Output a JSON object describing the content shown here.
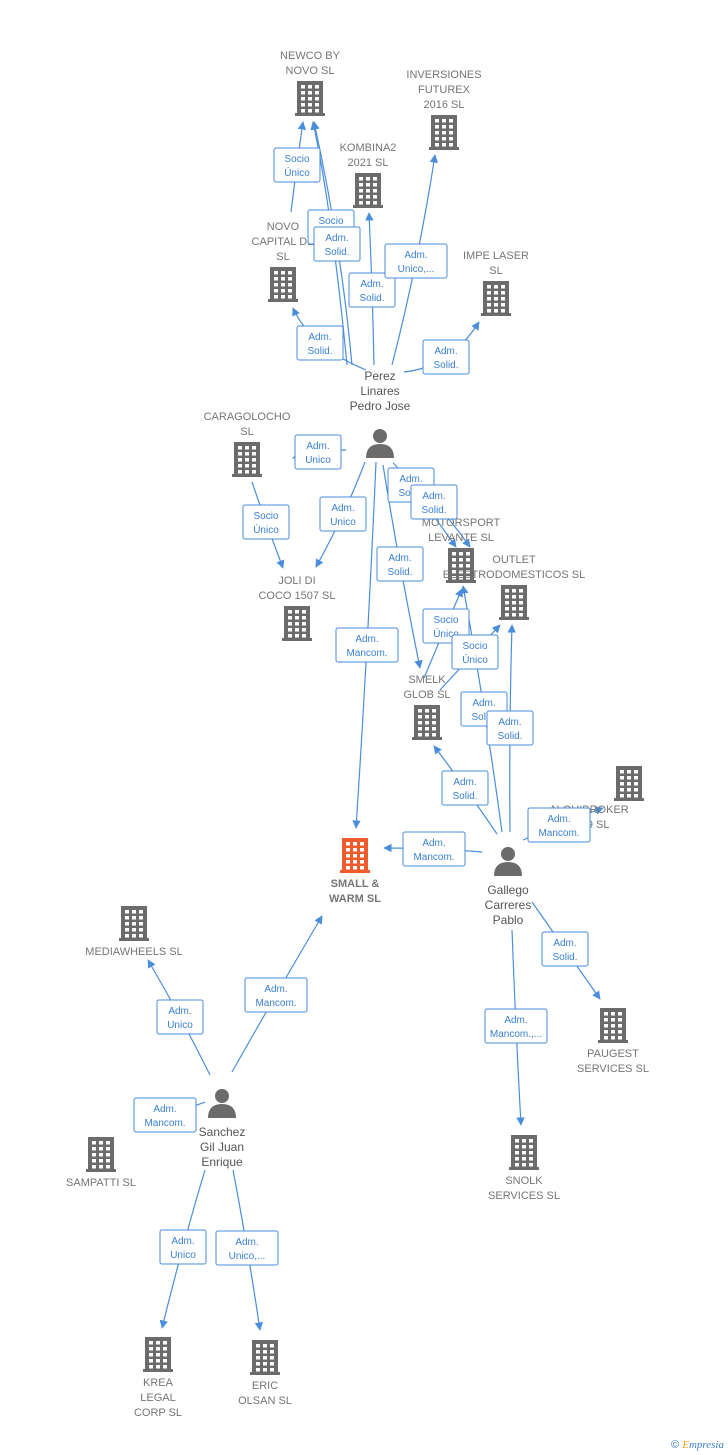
{
  "colors": {
    "edge": "#4a8edb",
    "node": "#6b6b6b",
    "target": "#ef5b2a"
  },
  "companies": [
    {
      "id": "newco",
      "label": [
        "NEWCO BY",
        "NOVO  SL"
      ]
    },
    {
      "id": "inversiones",
      "label": [
        "INVERSIONES",
        "FUTUREX",
        "2016  SL"
      ]
    },
    {
      "id": "kombina2",
      "label": [
        "KOMBINA2",
        "2021  SL"
      ]
    },
    {
      "id": "novo_capital",
      "label": [
        "NOVO",
        "CAPITAL DE",
        "SL"
      ]
    },
    {
      "id": "impe_laser",
      "label": [
        "IMPE LASER",
        "SL"
      ]
    },
    {
      "id": "caragolocho",
      "label": [
        "CARAGOLOCHO",
        "SL"
      ]
    },
    {
      "id": "joli_di_coco",
      "label": [
        "JOLI DI",
        "COCO 1507  SL"
      ]
    },
    {
      "id": "motorsport",
      "label": [
        "MOTORSPORT",
        "LEVANTE SL"
      ]
    },
    {
      "id": "outlet",
      "label": [
        "OUTLET",
        "ELECTRODOMESTICOS SL"
      ]
    },
    {
      "id": "smelk",
      "label": [
        "SMELK",
        "GLOB  SL"
      ]
    },
    {
      "id": "alquibroker",
      "label": [
        "ALQUIBROKER",
        "2019  SL"
      ]
    },
    {
      "id": "small_warm",
      "label": [
        "SMALL &",
        "WARM  SL"
      ],
      "target": true
    },
    {
      "id": "mediawheels",
      "label": [
        "MEDIAWHEELS SL"
      ]
    },
    {
      "id": "paugest",
      "label": [
        "PAUGEST",
        "SERVICES  SL"
      ]
    },
    {
      "id": "sampatti",
      "label": [
        "SAMPATTI  SL"
      ]
    },
    {
      "id": "snolk",
      "label": [
        "SNOLK",
        "SERVICES  SL"
      ]
    },
    {
      "id": "krea",
      "label": [
        "KREA",
        "LEGAL",
        "CORP  SL"
      ]
    },
    {
      "id": "eric_olsan",
      "label": [
        "ERIC",
        "OLSAN  SL"
      ]
    }
  ],
  "persons": [
    {
      "id": "perez",
      "label": [
        "Perez",
        "Linares",
        "Pedro Jose"
      ]
    },
    {
      "id": "gallego",
      "label": [
        "Gallego",
        "Carreres",
        "Pablo"
      ]
    },
    {
      "id": "sanchez",
      "label": [
        "Sanchez",
        "Gil Juan",
        "Enrique"
      ]
    }
  ],
  "edges": [
    {
      "from": "novo_capital",
      "to": "newco",
      "label": [
        "Socio",
        "Único"
      ]
    },
    {
      "from": "perez",
      "to": "newco",
      "label": [
        "Socio",
        "Único"
      ]
    },
    {
      "from": "perez",
      "to": "newco",
      "label": [
        "Adm.",
        "Solid."
      ]
    },
    {
      "from": "perez",
      "to": "kombina2",
      "label": [
        "Adm.",
        "Solid."
      ]
    },
    {
      "from": "perez",
      "to": "inversiones",
      "label": [
        "Adm.",
        "Unico,..."
      ]
    },
    {
      "from": "perez",
      "to": "novo_capital",
      "label": [
        "Adm.",
        "Solid."
      ]
    },
    {
      "from": "perez",
      "to": "impe_laser",
      "label": [
        "Adm.",
        "Solid."
      ]
    },
    {
      "from": "perez",
      "to": "caragolocho",
      "label": [
        "Adm.",
        "Unico"
      ]
    },
    {
      "from": "perez",
      "to": "joli_di_coco",
      "label": [
        "Adm.",
        "Unico"
      ]
    },
    {
      "from": "caragolocho",
      "to": "joli_di_coco",
      "label": [
        "Socio",
        "Único"
      ]
    },
    {
      "from": "perez",
      "to": "motorsport",
      "label": [
        "Adm.",
        "Solid."
      ]
    },
    {
      "from": "perez",
      "to": "motorsport",
      "label": [
        "Adm.",
        "Solid."
      ]
    },
    {
      "from": "perez",
      "to": "smelk",
      "label": [
        "Adm.",
        "Solid."
      ]
    },
    {
      "from": "perez",
      "to": "small_warm",
      "label": [
        "Adm.",
        "Mancom."
      ]
    },
    {
      "from": "smelk",
      "to": "motorsport",
      "label": [
        "Socio",
        "Único"
      ]
    },
    {
      "from": "smelk",
      "to": "outlet",
      "label": [
        "Socio",
        "Único"
      ]
    },
    {
      "from": "gallego",
      "to": "motorsport",
      "label": [
        "Adm.",
        "Solid."
      ]
    },
    {
      "from": "gallego",
      "to": "outlet",
      "label": [
        "Adm.",
        "Solid."
      ]
    },
    {
      "from": "gallego",
      "to": "smelk",
      "label": [
        "Adm.",
        "Solid."
      ]
    },
    {
      "from": "gallego",
      "to": "alquibroker",
      "label": [
        "Adm.",
        "Mancom."
      ]
    },
    {
      "from": "gallego",
      "to": "small_warm",
      "label": [
        "Adm.",
        "Mancom."
      ]
    },
    {
      "from": "gallego",
      "to": "paugest",
      "label": [
        "Adm.",
        "Solid."
      ]
    },
    {
      "from": "gallego",
      "to": "snolk",
      "label": [
        "Adm.",
        "Mancom.,..."
      ]
    },
    {
      "from": "sanchez",
      "to": "small_warm",
      "label": [
        "Adm.",
        "Mancom."
      ]
    },
    {
      "from": "sanchez",
      "to": "mediawheels",
      "label": [
        "Adm.",
        "Unico"
      ]
    },
    {
      "from": "sanchez",
      "to": "sampatti",
      "label": [
        "Adm.",
        "Mancom."
      ]
    },
    {
      "from": "sanchez",
      "to": "krea",
      "label": [
        "Adm.",
        "Unico"
      ]
    },
    {
      "from": "sanchez",
      "to": "eric_olsan",
      "label": [
        "Adm.",
        "Unico,..."
      ]
    }
  ],
  "footer": {
    "copyright": "©",
    "brand_initial": "E",
    "brand_rest": "mpresia"
  }
}
